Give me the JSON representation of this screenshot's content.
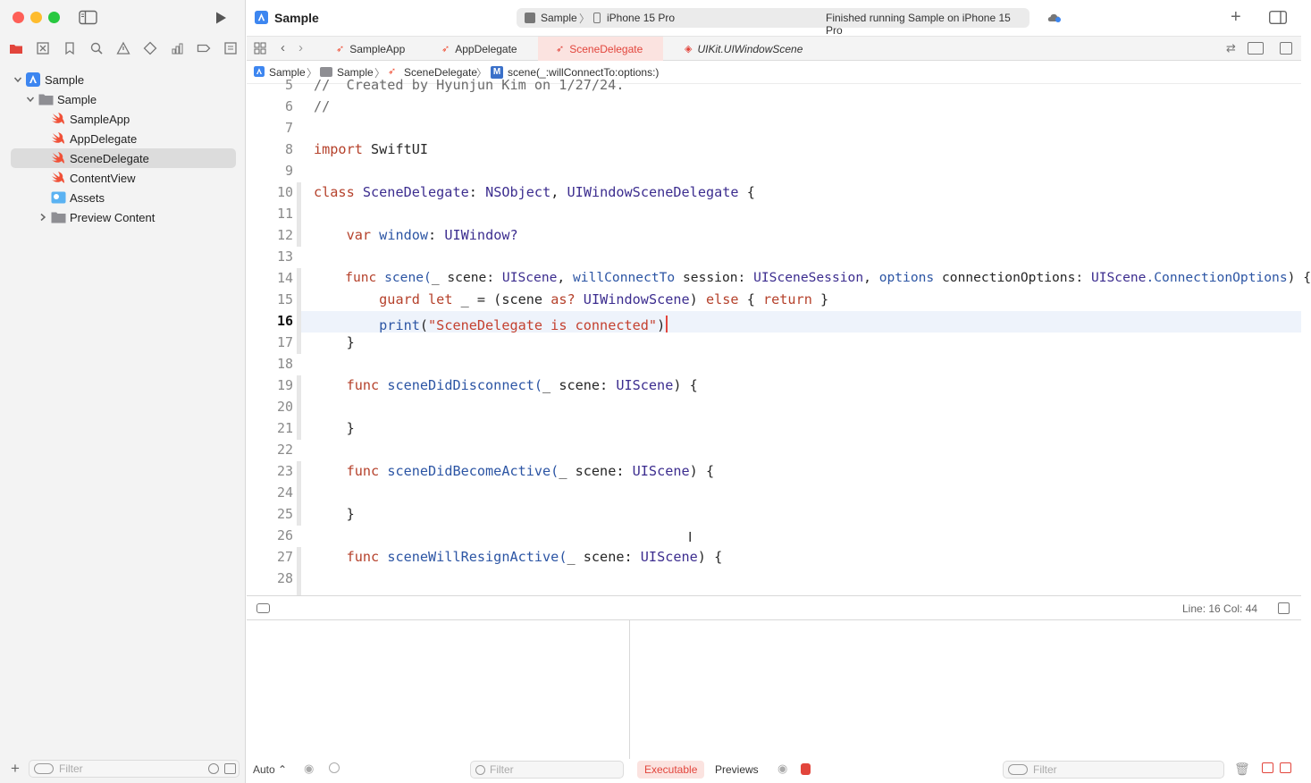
{
  "window": {
    "title": "Sample"
  },
  "toolbar": {
    "scheme": "Sample",
    "destination": "iPhone 15 Pro",
    "status": "Finished running Sample on iPhone 15 Pro"
  },
  "tabs": [
    {
      "label": "SampleApp",
      "icon": "swift-icon"
    },
    {
      "label": "AppDelegate",
      "icon": "swift-icon"
    },
    {
      "label": "SceneDelegate",
      "icon": "swift-icon"
    },
    {
      "label": "UIKit.UIWindowScene",
      "icon": "framework-icon"
    }
  ],
  "breadcrumb": [
    "Sample",
    "Sample",
    "SceneDelegate",
    "scene(_:willConnectTo:options:)"
  ],
  "breadcrumb_method_badge": "M",
  "navigator": {
    "items": [
      {
        "label": "Sample",
        "level": 0,
        "type": "project",
        "expanded": true
      },
      {
        "label": "Sample",
        "level": 1,
        "type": "folder",
        "expanded": true
      },
      {
        "label": "SampleApp",
        "level": 2,
        "type": "swift"
      },
      {
        "label": "AppDelegate",
        "level": 2,
        "type": "swift"
      },
      {
        "label": "SceneDelegate",
        "level": 2,
        "type": "swift",
        "selected": true
      },
      {
        "label": "ContentView",
        "level": 2,
        "type": "swift"
      },
      {
        "label": "Assets",
        "level": 2,
        "type": "assets"
      },
      {
        "label": "Preview Content",
        "level": 2,
        "type": "folder",
        "expanded": false
      }
    ],
    "filter_placeholder": "Filter"
  },
  "editor": {
    "line_numbers": [
      "5",
      "6",
      "7",
      "8",
      "9",
      "10",
      "11",
      "12",
      "13",
      "14",
      "15",
      "16",
      "17",
      "18",
      "19",
      "20",
      "21",
      "22",
      "23",
      "24",
      "25",
      "26",
      "27",
      "28"
    ],
    "current_line": "16",
    "code": {
      "l5": "//  Created by Hyunjun Kim on 1/27/24.",
      "l6": "//",
      "import_kw": "import",
      "import_mod": "SwiftUI",
      "class_kw": "class",
      "class_name": "SceneDelegate",
      "class_colon": ":",
      "superclass": "NSObject",
      "comma": ",",
      "protocol": "UIWindowSceneDelegate",
      "brace_open": "{",
      "var_kw": "var",
      "var_name": "window",
      "var_type": "UIWindow?",
      "func_kw": "func",
      "f1_name": "scene(",
      "f1_sig_a": "_ scene: ",
      "f1_t1": "UIScene",
      "f1_sig_b": ", ",
      "f1_label2": "willConnectTo",
      "f1_sig_c": " session: ",
      "f1_t2": "UISceneSession",
      "f1_label3": "options",
      "f1_sig_d": " connectionOptions: ",
      "f1_t3": "UIScene",
      "f1_t3b": ".ConnectionOptions",
      "f1_sig_e": ") {",
      "guard_kw": "guard",
      "let_kw": "let",
      "guard_mid": " _ = (scene ",
      "as_kw": "as?",
      "guard_type": "UIWindowScene",
      "guard_paren": ")",
      "else_kw": "else",
      "return_kw": "return",
      "guard_end": " { ",
      "guard_close": " }",
      "print_fn": "print",
      "print_open": "(",
      "print_str": "\"SceneDelegate is connected\"",
      "print_close": ")",
      "close_brace": "}",
      "f2_name": "sceneDidDisconnect(",
      "f3_name": "sceneDidBecomeActive(",
      "f4_name": "sceneWillResignActive(",
      "param_scene": "_ scene: ",
      "param_type": "UIScene",
      "param_end": ") {"
    }
  },
  "statusbar": {
    "position": "Line: 16  Col: 44"
  },
  "debug": {
    "scope": "Auto",
    "filter_placeholder": "Filter",
    "tabs": [
      "Executable",
      "Previews"
    ]
  },
  "colors": {
    "accent": "#e2453c",
    "swift": "#f05138",
    "keyword": "#b5412b",
    "type": "#3c2d8f"
  }
}
